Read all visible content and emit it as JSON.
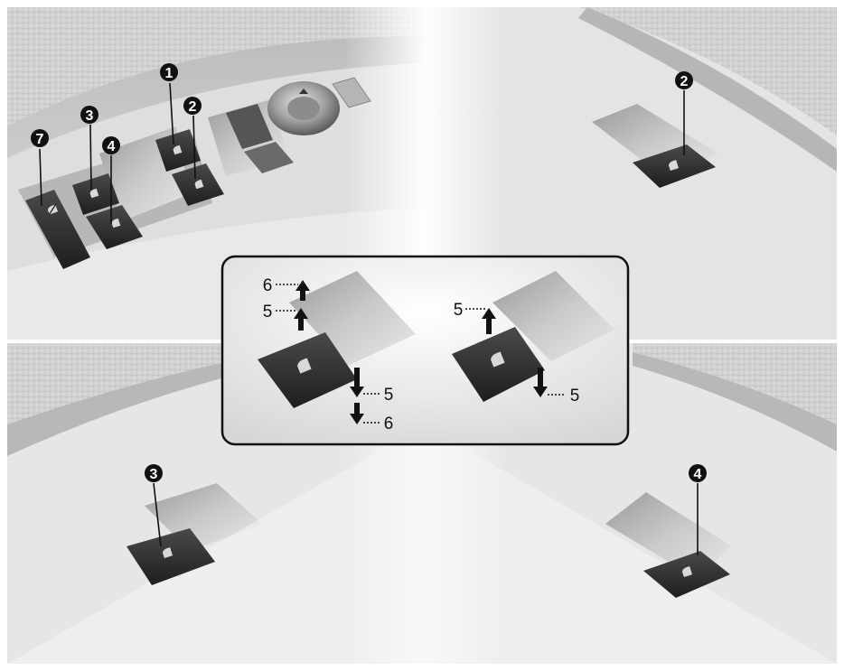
{
  "figure": {
    "panels": [
      "door-armrest-switch-panel",
      "passenger-window-switch",
      "rear-left-window-switch",
      "rear-right-window-switch",
      "switch-operation-detail-inset"
    ],
    "callouts": {
      "main_1": "1",
      "main_2": "2",
      "main_3": "3",
      "main_4": "4",
      "main_7": "7",
      "top_right_2": "2",
      "bottom_left_3": "3",
      "bottom_right_4": "4",
      "inset_left_upper_6": "6",
      "inset_left_upper_5": "5",
      "inset_left_lower_5": "5",
      "inset_left_lower_6": "6",
      "inset_right_upper_5": "5",
      "inset_right_lower_5": "5"
    },
    "icons": {
      "window_switch": "window-glyph",
      "lock_switch": "window-lock-glyph",
      "arrow_up": "up-arrow",
      "arrow_down": "down-arrow"
    },
    "colors": {
      "background": "#ffffff",
      "panel_light": "#d4d4d4",
      "switch_dark": "#2b2b2b",
      "switch_label": "#cfcfcf",
      "inset_border": "#111111",
      "arrow": "#111111"
    }
  }
}
